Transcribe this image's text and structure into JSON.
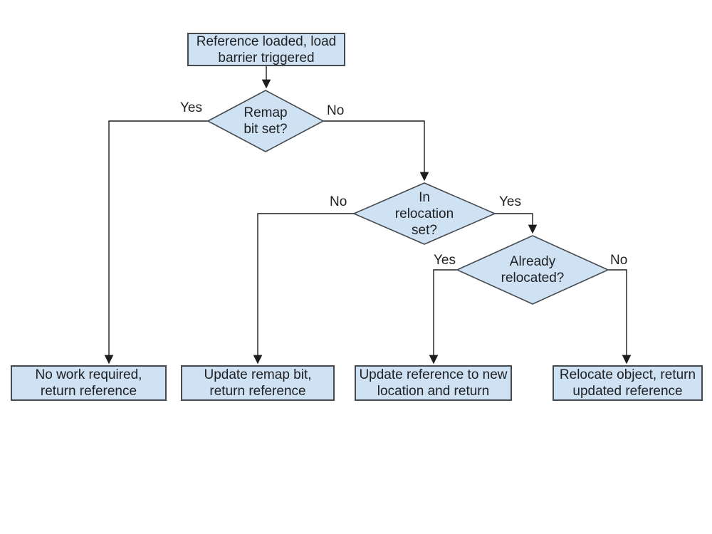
{
  "flowchart": {
    "colors": {
      "node_fill": "#cfe2f3",
      "node_border": "#454a4e",
      "line": "#1d1d1d",
      "text": "#202124",
      "background": "#ffffff"
    },
    "start": {
      "label": "Reference loaded, load\nbarrier triggered"
    },
    "decisions": [
      {
        "id": "remap-bit-set",
        "label": "Remap\nbit set?",
        "yes_label": "Yes",
        "no_label": "No"
      },
      {
        "id": "in-relocation-set",
        "label": "In\nrelocation\nset?",
        "yes_label": "Yes",
        "no_label": "No"
      },
      {
        "id": "already-relocated",
        "label": "Already\nrelocated?",
        "yes_label": "Yes",
        "no_label": "No"
      }
    ],
    "outcomes": [
      {
        "id": "no-work-required",
        "label": "No work required,\nreturn reference"
      },
      {
        "id": "update-remap-bit",
        "label": "Update remap bit,\nreturn reference"
      },
      {
        "id": "update-reference",
        "label": "Update reference to new\nlocation and return"
      },
      {
        "id": "relocate-object",
        "label": "Relocate object, return\nupdated reference"
      }
    ]
  }
}
